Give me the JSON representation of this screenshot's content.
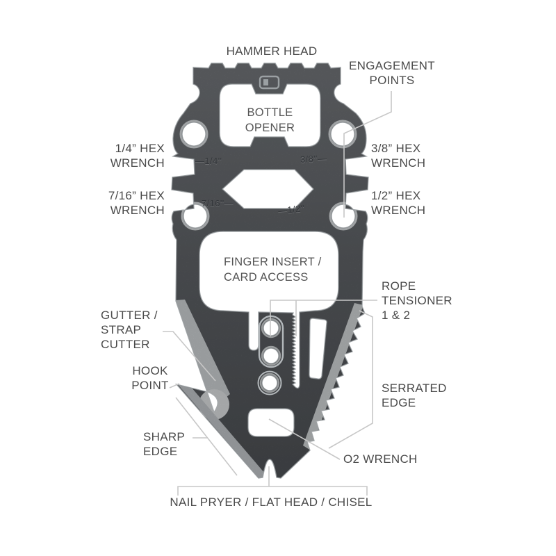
{
  "title": "Multi-tool feature diagram",
  "colors": {
    "background": "#ffffff",
    "label_text": "#4a4a4a",
    "leader_line": "#c7c7c7",
    "tool_body": "#5f6367",
    "tool_bevel": "#c6c9cb",
    "engraving": "#33363a"
  },
  "labels": {
    "hammer_head": {
      "lines": [
        "HAMMER HEAD"
      ]
    },
    "engagement_points": {
      "lines": [
        "ENGAGEMENT",
        "POINTS"
      ]
    },
    "hex_1_4": {
      "lines": [
        "1/4” HEX",
        "WRENCH"
      ]
    },
    "hex_3_8": {
      "lines": [
        "3/8” HEX",
        "WRENCH"
      ]
    },
    "hex_7_16": {
      "lines": [
        "7/16” HEX",
        "WRENCH"
      ]
    },
    "hex_1_2": {
      "lines": [
        "1/2” HEX",
        "WRENCH"
      ]
    },
    "rope_tensioner": {
      "lines": [
        "ROPE",
        "TENSIONER",
        "1 & 2"
      ]
    },
    "gutter_strap_cutter": {
      "lines": [
        "GUTTER /",
        "STRAP",
        "CUTTER"
      ]
    },
    "hook_point": {
      "lines": [
        "HOOK",
        "POINT"
      ]
    },
    "serrated_edge": {
      "lines": [
        "SERRATED",
        "EDGE"
      ]
    },
    "sharp_edge": {
      "lines": [
        "SHARP",
        "EDGE"
      ]
    },
    "o2_wrench": {
      "lines": [
        "O2 WRENCH"
      ]
    },
    "nail_pryer": {
      "lines": [
        "NAIL PRYER / FLAT HEAD / CHISEL"
      ]
    }
  },
  "cutout_labels": {
    "bottle_opener": {
      "lines": [
        "BOTTLE",
        "OPENER"
      ]
    },
    "finger_insert": {
      "lines": [
        "FINGER INSERT /",
        "CARD ACCESS"
      ]
    }
  },
  "engravings": {
    "hex_1_4": "—1/4''",
    "hex_3_8": "3/8''—",
    "hex_7_16": "7/16''—",
    "hex_1_2": "—1/2''"
  },
  "icons": {
    "logo": "dango-d-logo"
  }
}
